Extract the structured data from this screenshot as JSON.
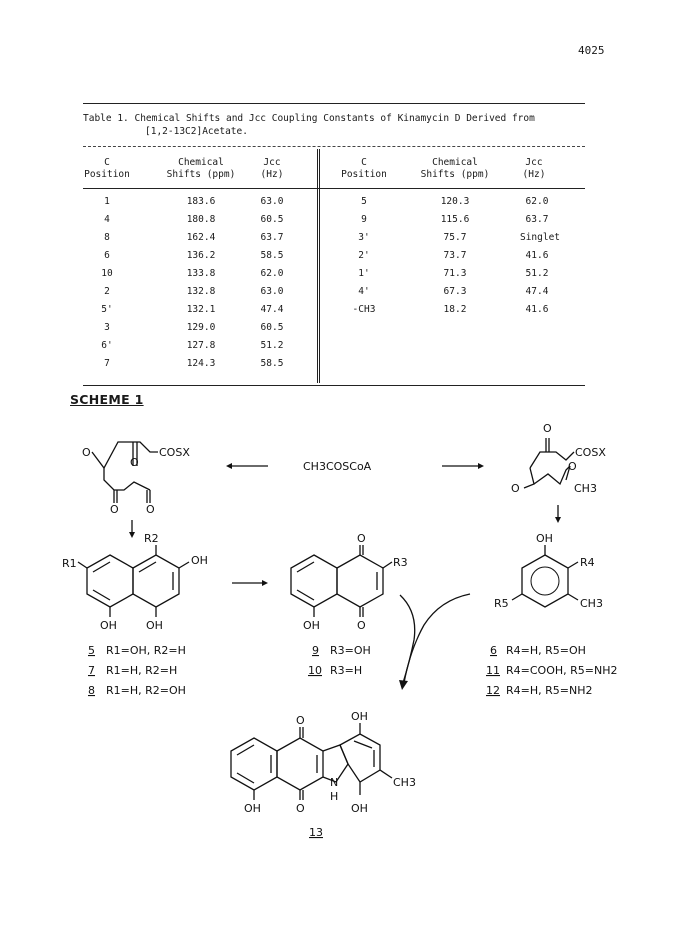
{
  "page_number": "4025",
  "table": {
    "caption_line1": "Table 1.  Chemical Shifts and Jcc Coupling Constants of Kinamycin D Derived from",
    "caption_line2": "[1,2-13C2]Acetate.",
    "headers": {
      "c": "C",
      "position": "Position",
      "chem1": "Chemical",
      "chem2": "Shifts (ppm)",
      "jcc1": "Jcc",
      "jcc2": "(Hz)"
    },
    "left_rows": [
      [
        "1",
        "183.6",
        "63.0"
      ],
      [
        "4",
        "180.8",
        "60.5"
      ],
      [
        "8",
        "162.4",
        "63.7"
      ],
      [
        "6",
        "136.2",
        "58.5"
      ],
      [
        "10",
        "133.8",
        "62.0"
      ],
      [
        "2",
        "132.8",
        "63.0"
      ],
      [
        "5'",
        "132.1",
        "47.4"
      ],
      [
        "3",
        "129.0",
        "60.5"
      ],
      [
        "6'",
        "127.8",
        "51.2"
      ],
      [
        "7",
        "124.3",
        "58.5"
      ]
    ],
    "right_rows": [
      [
        "5",
        "120.3",
        "62.0"
      ],
      [
        "9",
        "115.6",
        "63.7"
      ],
      [
        "3'",
        "75.7",
        "Singlet"
      ],
      [
        "2'",
        "73.7",
        "41.6"
      ],
      [
        "1'",
        "71.3",
        "51.2"
      ],
      [
        "4'",
        "67.3",
        "47.4"
      ],
      [
        "-CH3",
        "18.2",
        "41.6"
      ]
    ]
  },
  "scheme": {
    "title": "SCHEME 1",
    "reagent": "CH3COSCoA",
    "cosx": "COSX",
    "ch3": "CH3",
    "o": "O",
    "oh": "OH",
    "nh": "N",
    "h": "H",
    "r1": "R1",
    "r2": "R2",
    "r3": "R3",
    "r4": "R4",
    "r5": "R5",
    "naphthalene_compounds": [
      {
        "num": "5",
        "desc": "R1=OH, R2=H"
      },
      {
        "num": "7",
        "desc": "R1=H,  R2=H"
      },
      {
        "num": "8",
        "desc": "R1=H,  R2=OH"
      }
    ],
    "quinone_compounds": [
      {
        "num": "9",
        "desc": "R3=OH"
      },
      {
        "num": "10",
        "desc": "R3=H"
      }
    ],
    "phenol_compounds": [
      {
        "num": "6",
        "desc": "R4=H, R5=OH"
      },
      {
        "num": "11",
        "desc": "R4=COOH, R5=NH2"
      },
      {
        "num": "12",
        "desc": "R4=H, R5=NH2"
      }
    ],
    "final_compound": "13"
  }
}
